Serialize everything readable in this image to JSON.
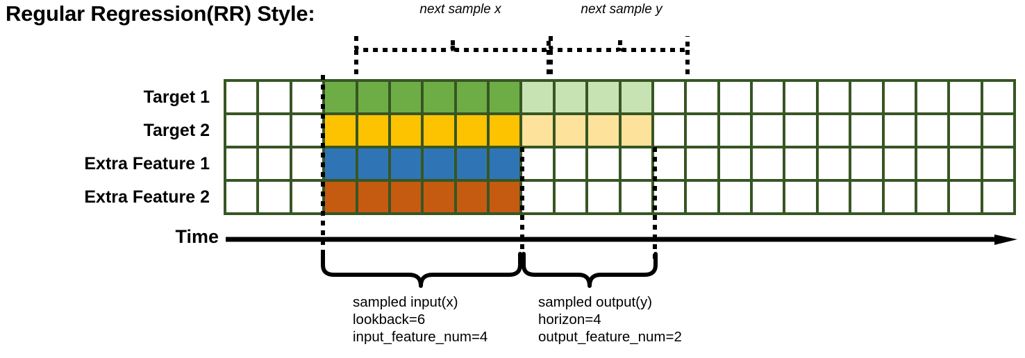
{
  "title": "Regular Regression(RR) Style:",
  "annotations": {
    "next_sample_x": "next sample x",
    "next_sample_y": "next sample y"
  },
  "rows": [
    {
      "label": "Target 1",
      "fill_dark": "#6EAD45",
      "fill_light": "#C7E3B4",
      "has_output": true
    },
    {
      "label": "Target 2",
      "fill_dark": "#FDC300",
      "fill_light": "#FCE29A",
      "has_output": true
    },
    {
      "label": "Extra Feature 1",
      "fill_dark": "#2F75B5",
      "fill_light": "",
      "has_output": false
    },
    {
      "label": "Extra Feature 2",
      "fill_dark": "#C55A11",
      "fill_light": "",
      "has_output": false
    }
  ],
  "grid": {
    "total_columns": 24,
    "leading_blank_columns": 3,
    "input_columns": 6,
    "output_columns": 4,
    "trailing_blank_columns": 11,
    "border_color": "#375623",
    "empty_cell_color": "#FFFFFF"
  },
  "time_axis": {
    "label": "Time"
  },
  "captions": {
    "input": {
      "line1": "sampled input(x)",
      "line2": "lookback=6",
      "line3": "input_feature_num=4"
    },
    "output": {
      "line1": "sampled output(y)",
      "line2": "horizon=4",
      "line3": "output_feature_num=2"
    }
  },
  "chart_data": {
    "type": "diagram",
    "title": "Regular Regression(RR) Style:",
    "description": "Sliding-window time series sampling layout: 4 feature rows over 24 time steps; columns 4-9 are the input window (x), columns 10-13 are the forecast horizon (y) for the two target rows only."
  }
}
